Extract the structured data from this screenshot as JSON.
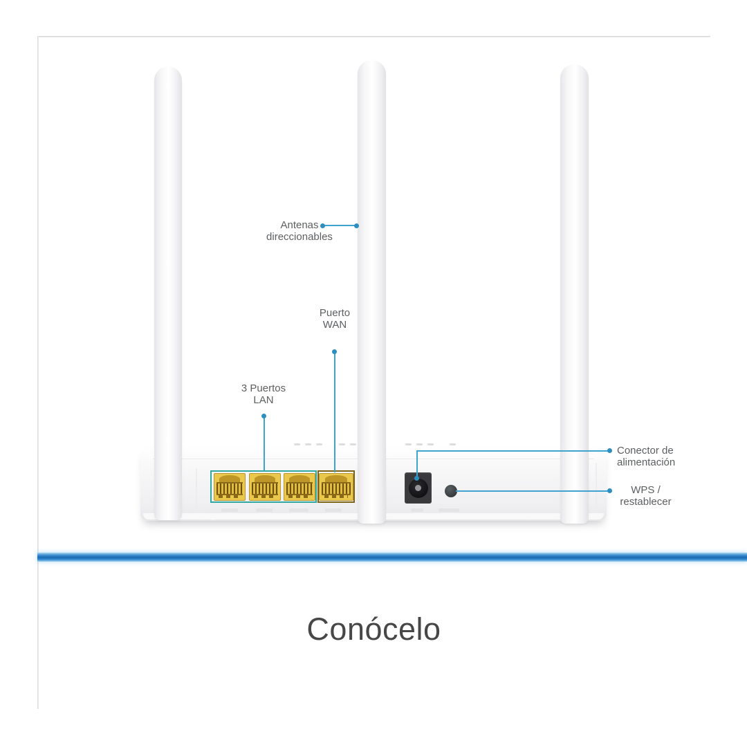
{
  "labels": {
    "antennas": {
      "line1": "Antenas",
      "line2": "direccionables"
    },
    "wan": {
      "line1": "Puerto",
      "line2": "WAN"
    },
    "lan": {
      "line1": "3 Puertos",
      "line2": "LAN"
    },
    "power": {
      "line1": "Conector de",
      "line2": "alimentación"
    },
    "wps": {
      "line1": "WPS /",
      "line2": "restablecer"
    }
  },
  "title": {
    "text": "Conócelo"
  },
  "colors": {
    "leader_line": "#3fa3cf",
    "leader_dot": "#2d8fbf",
    "lan_highlight": "#2fa89f",
    "wan_highlight": "#7c6316",
    "port_yellow": "#eac84b",
    "divider_blue": "#1a6cb4",
    "label_text": "#5c5e60",
    "title_text": "#474747"
  }
}
